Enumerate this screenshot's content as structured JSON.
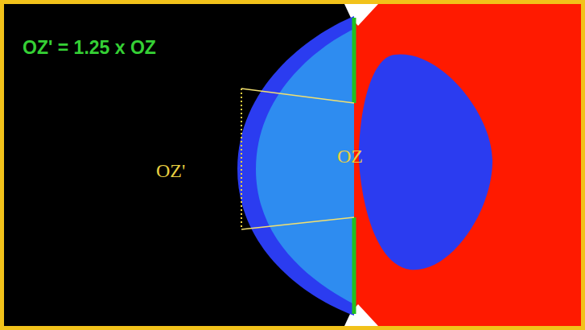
{
  "diagram": {
    "labels": [
      "OZ' = 1.25 x OZ",
      "OZ'",
      "OZ"
    ]
  }
}
